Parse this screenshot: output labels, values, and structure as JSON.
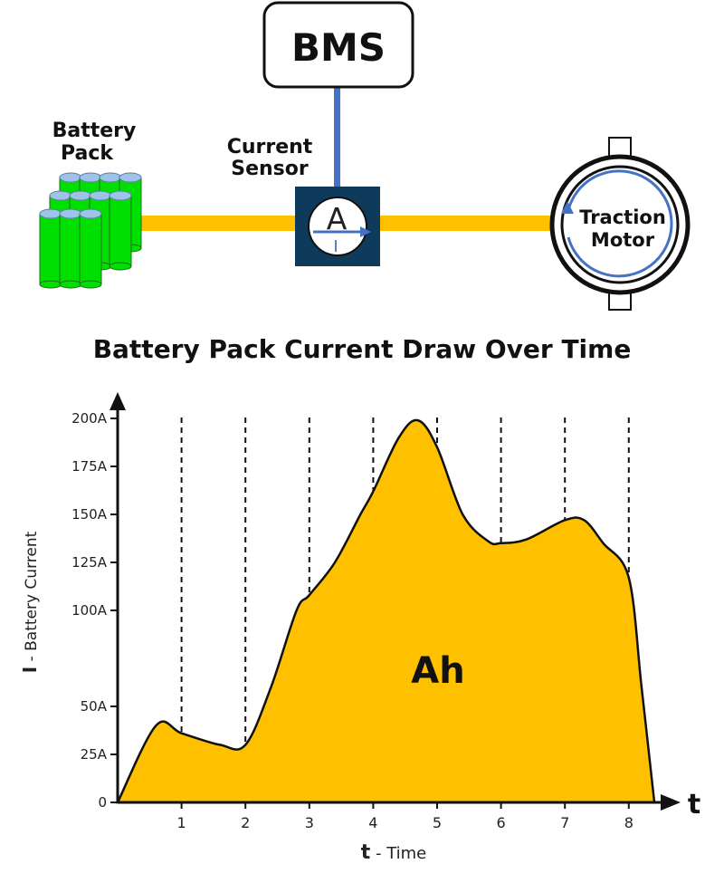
{
  "diagram": {
    "bms": "BMS",
    "battery_label": [
      "Battery",
      "Pack"
    ],
    "sensor_label": [
      "Current",
      "Sensor"
    ],
    "sensor_symbol": "A",
    "sensor_subscript": "I",
    "motor_label": [
      "Traction",
      "Motor"
    ],
    "colors": {
      "bus": "#FFC000",
      "signal_wire": "#4472C4",
      "sensor_box": "#0E3A5C",
      "battery_cell": "#00E000",
      "battery_cap": "#9DC3E6"
    }
  },
  "chart_data": {
    "type": "area",
    "title": "Battery Pack Current Draw Over Time",
    "xlabel_bold": "t",
    "xlabel_rest": " - Time",
    "ylabel_bold": "I",
    "ylabel_rest": " - Battery Current",
    "x_axis_arrow_label": "t",
    "area_label": "Ah",
    "y_ticks": [
      "0",
      "25A",
      "50A",
      "100A",
      "125A",
      "150A",
      "175A",
      "200A"
    ],
    "x_ticks": [
      "1",
      "2",
      "3",
      "4",
      "5",
      "6",
      "7",
      "8"
    ],
    "fill_color": "#FFC000",
    "x": [
      0,
      0.6,
      1.0,
      1.6,
      2.0,
      2.4,
      2.8,
      3.0,
      3.4,
      3.8,
      4.0,
      4.4,
      4.7,
      5.0,
      5.4,
      5.8,
      6.0,
      6.4,
      7.0,
      7.3,
      7.6,
      8.0,
      8.2,
      8.4
    ],
    "y": [
      0,
      40,
      36,
      30,
      30,
      60,
      100,
      108,
      125,
      150,
      162,
      190,
      199,
      185,
      150,
      136,
      135,
      137,
      147,
      147,
      135,
      117,
      60,
      0
    ],
    "xlim": [
      0,
      8.4
    ],
    "ylim": [
      0,
      200
    ],
    "grid": "dashed vertical lines at each whole time step"
  }
}
